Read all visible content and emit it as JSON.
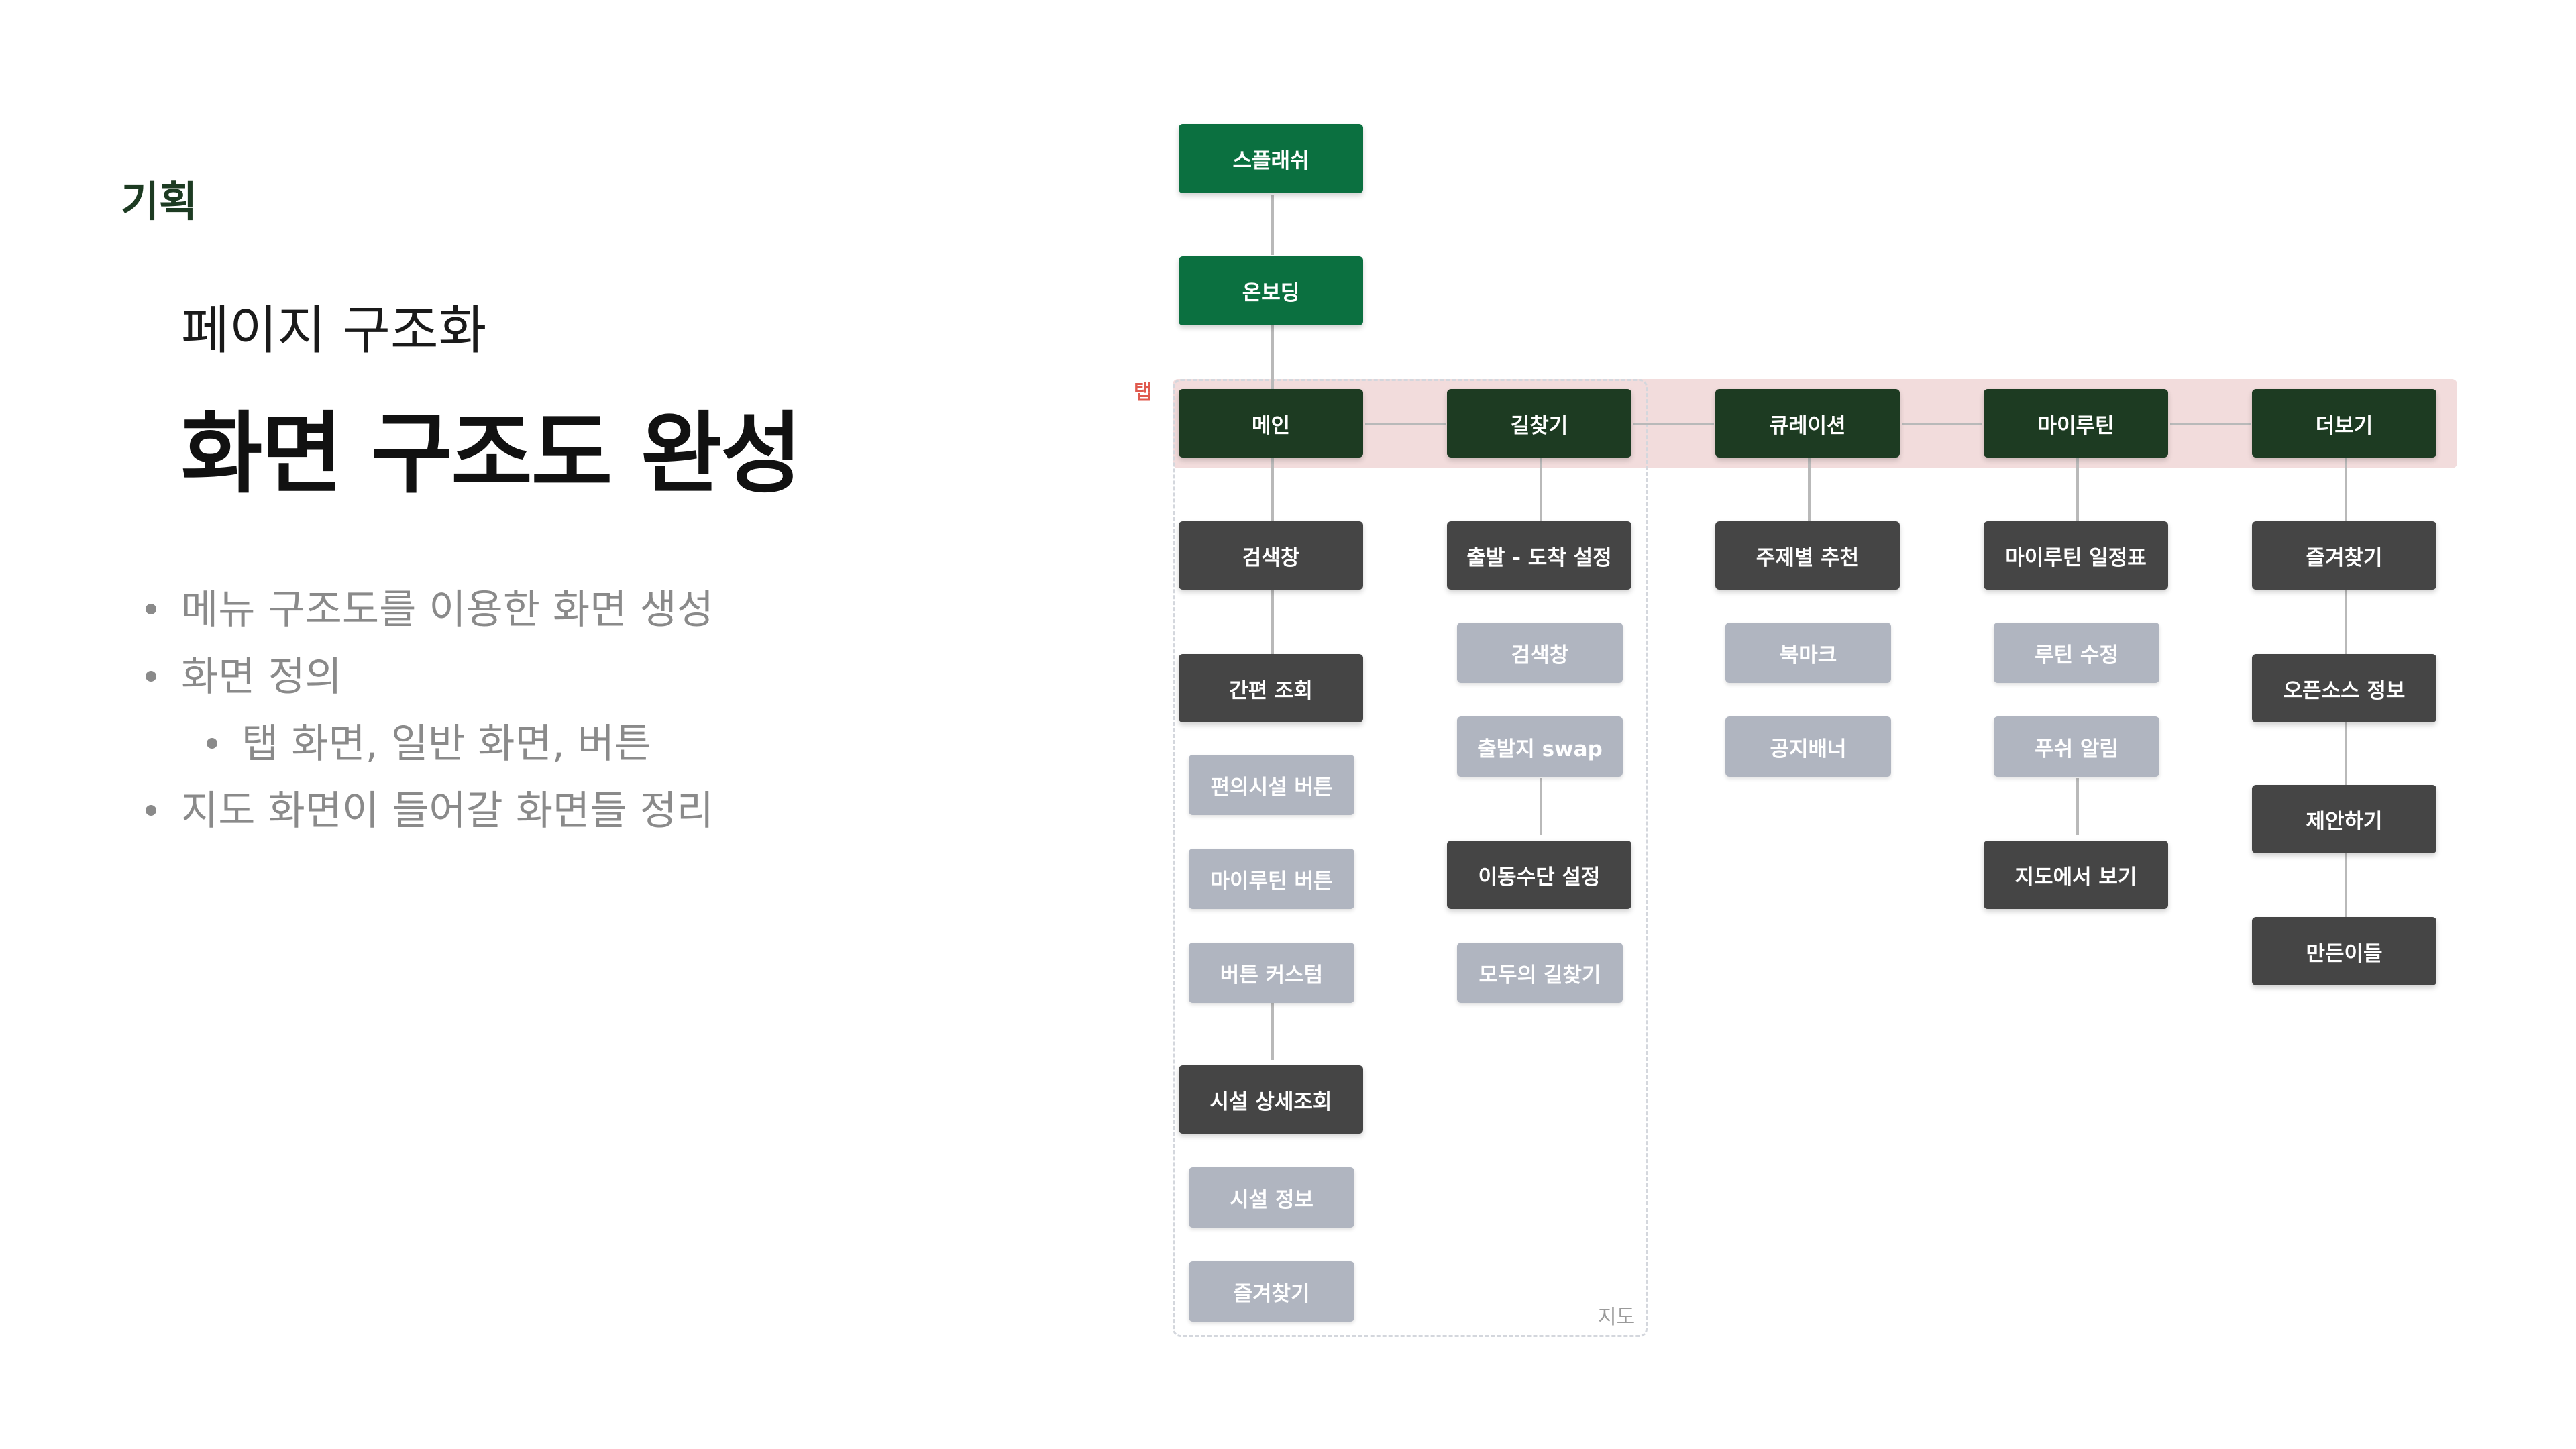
{
  "section_label": "기획",
  "subtitle": "페이지 구조화",
  "headline": "화면 구조도 완성",
  "bullets": [
    "메뉴 구조도를 이용한 화면 생성",
    "화면 정의",
    "탭 화면, 일반 화면, 버튼",
    "지도 화면이 들어갈 화면들 정리"
  ],
  "diagram": {
    "tab_group_label": "탭",
    "map_group_label": "지도",
    "colors": {
      "entry": "#0b7040",
      "tab": "#1d3b22",
      "screen": "#454545",
      "button": "#b0b5c0",
      "tab_band": "#f2dcdc",
      "tab_label": "#e05a4e"
    },
    "entry_nodes": [
      "스플래쉬",
      "온보딩"
    ],
    "tabs": [
      "메인",
      "길찾기",
      "큐레이션",
      "마이루틴",
      "더보기"
    ],
    "columns": {
      "main": {
        "screens": [
          "검색창",
          "간편 조회",
          "시설 상세조회"
        ],
        "buttons_after_quick": [
          "편의시설 버튼",
          "마이루틴 버튼",
          "버튼 커스텀"
        ],
        "buttons_after_detail": [
          "시설 정보",
          "즐겨찾기"
        ]
      },
      "route": {
        "screens": [
          "출발 - 도착 설정",
          "이동수단 설정"
        ],
        "buttons_after_setup": [
          "검색창",
          "출발지 swap"
        ],
        "buttons_after_transport": [
          "모두의 길찾기"
        ]
      },
      "curation": {
        "screens": [
          "주제별 추천"
        ],
        "buttons": [
          "북마크",
          "공지배너"
        ]
      },
      "routine": {
        "screens": [
          "마이루틴 일정표",
          "지도에서 보기"
        ],
        "buttons": [
          "루틴 수정",
          "푸쉬 알림"
        ]
      },
      "more": {
        "screens": [
          "즐겨찾기",
          "오픈소스 정보",
          "제안하기",
          "만든이들"
        ]
      }
    }
  }
}
